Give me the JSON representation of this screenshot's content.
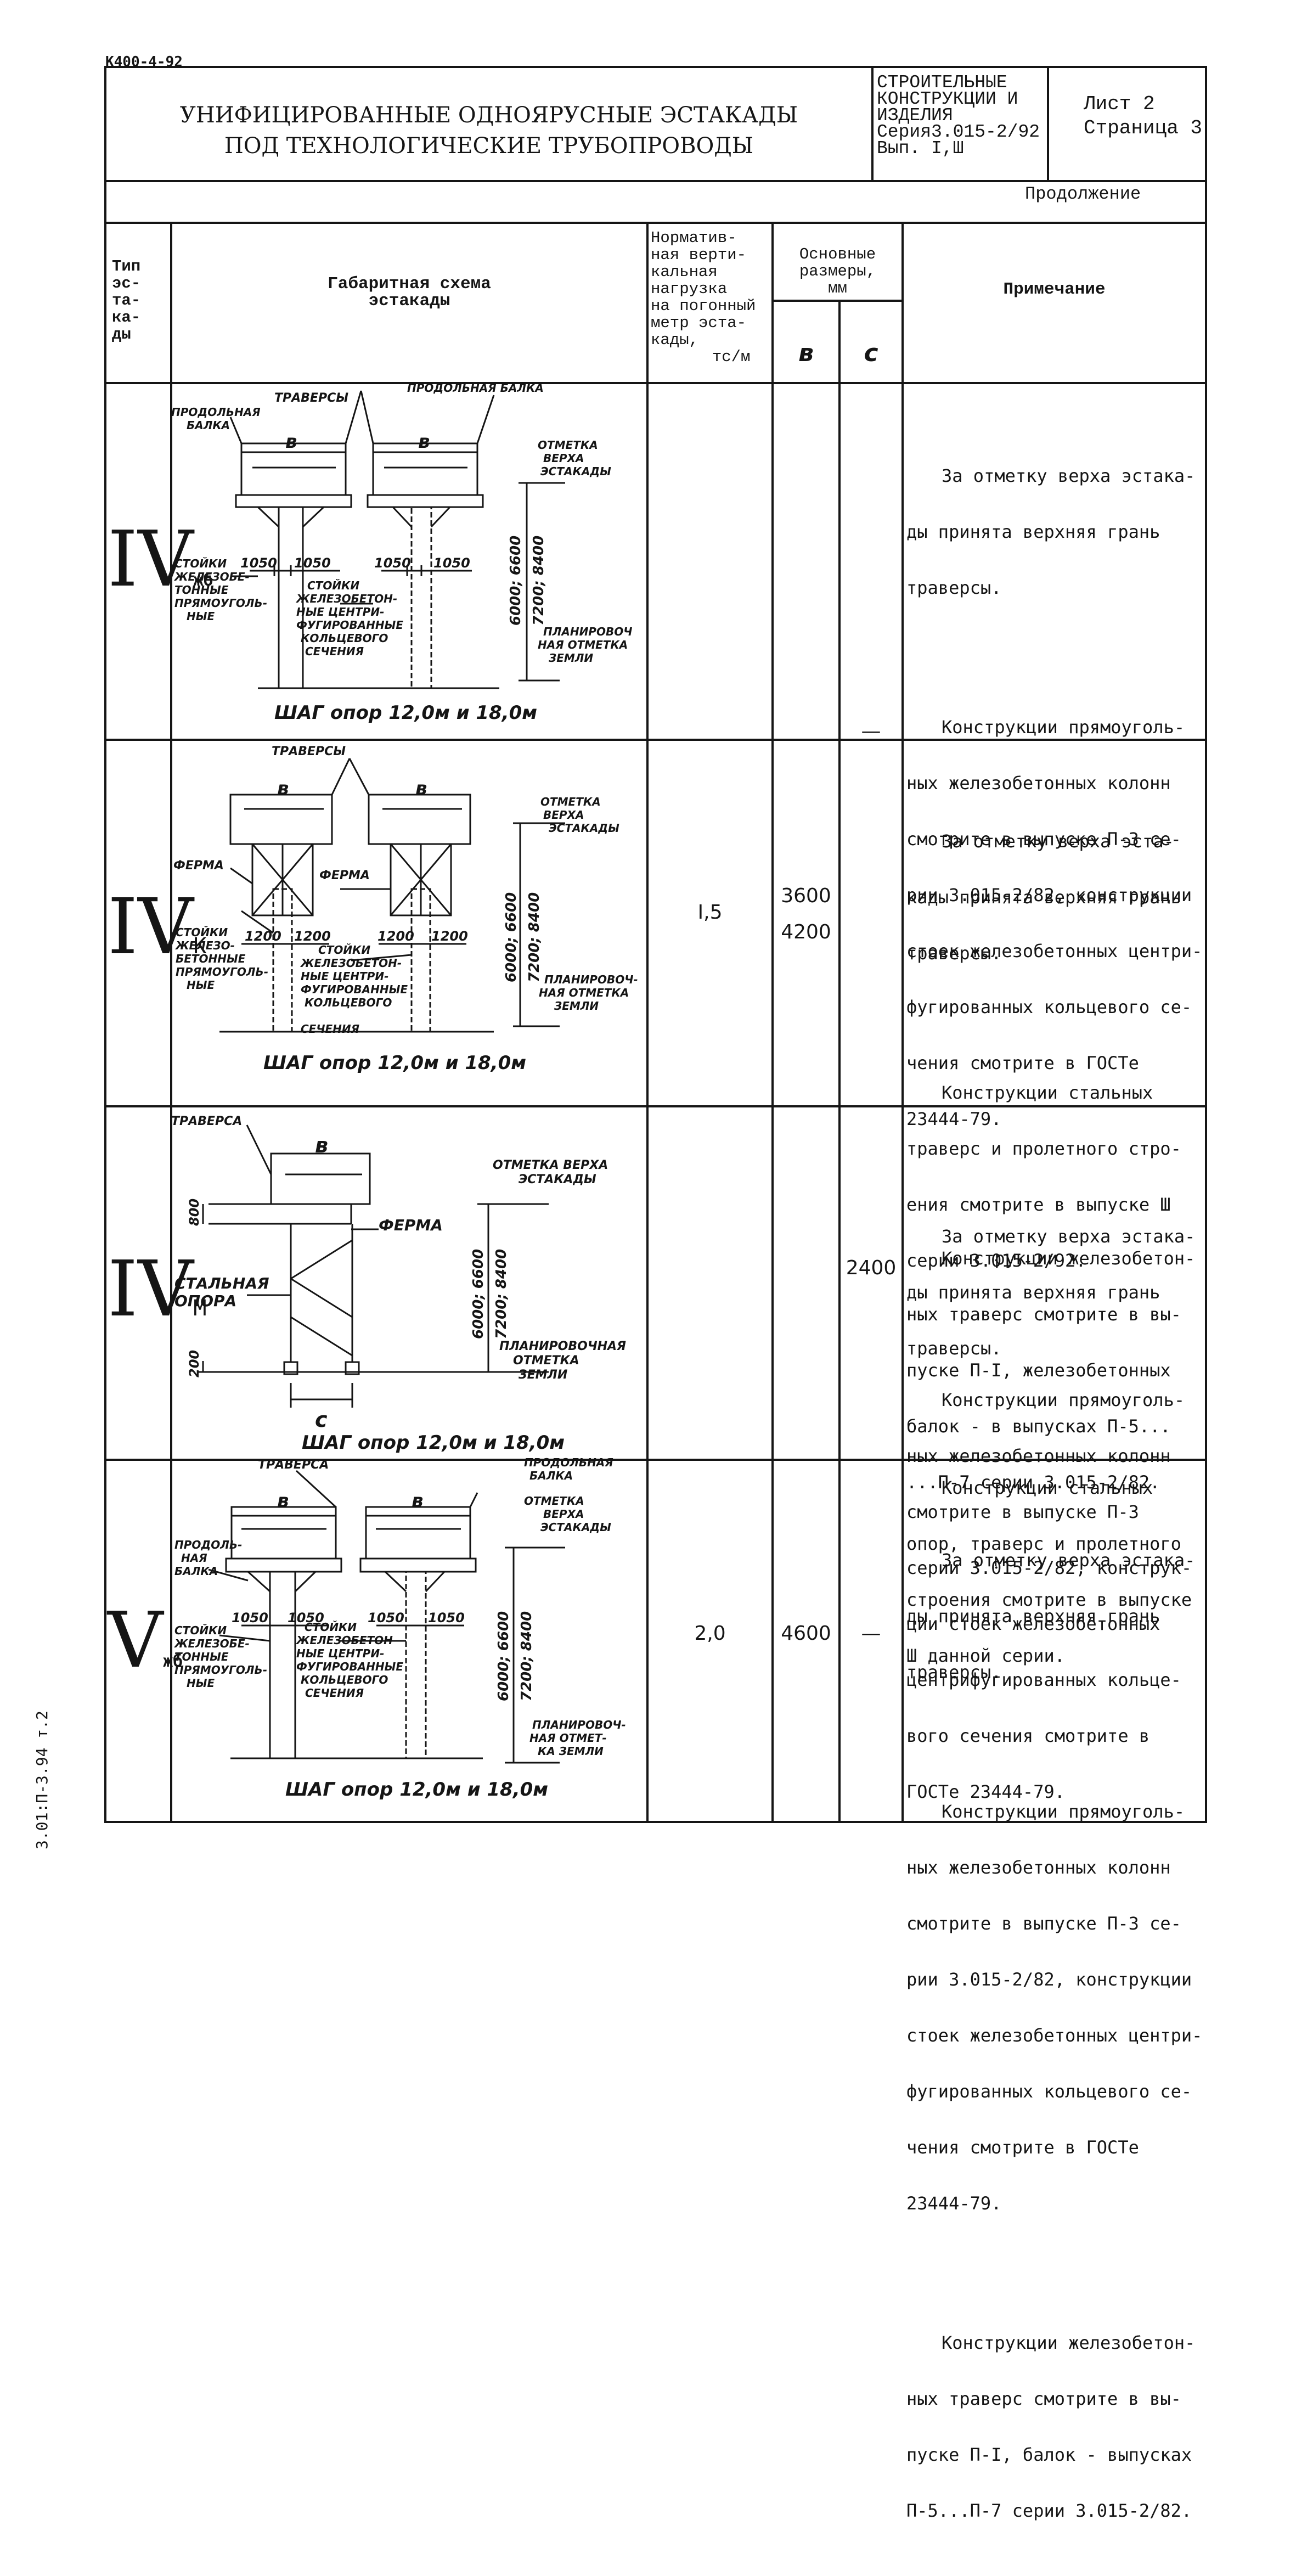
{
  "doc_code": "К400-4-92",
  "side_code": "3.01:П-3.94 т.2",
  "header": {
    "title_line1": "УНИФИЦИРОВАННЫЕ ОДНОЯРУСНЫЕ ЭСТАКАДЫ",
    "title_line2": "ПОД ТЕХНОЛОГИЧЕСКИЕ ТРУБОПРОВОДЫ",
    "series_lines": [
      "СТРОИТЕЛЬНЫЕ",
      "КОНСТРУКЦИИ И",
      "ИЗДЕЛИЯ",
      "Серия3.015-2/92",
      "Вып. I,Ш"
    ],
    "sheet": "Лист 2",
    "page": "Страница 3"
  },
  "continuation": "Продолжение",
  "columns": {
    "type_lines": [
      "Тип",
      "эс-",
      "та-",
      "ка-",
      "ды"
    ],
    "scheme_lines": [
      "Габаритная схема",
      "эстакады"
    ],
    "load_lines": [
      "Норматив-",
      "ная верти-",
      "кальная",
      "нагрузка",
      "на погонный",
      "метр эста-",
      "кады,",
      "тс/м"
    ],
    "sizes_lines": [
      "Основные",
      "размеры,",
      "мм"
    ],
    "size_b": "в",
    "size_c": "с",
    "note": "Примечание"
  },
  "rows": [
    {
      "type_numeral": "IV",
      "type_sub": "жб",
      "notes": [
        [
          "За отметку верха эстака-",
          "ды принята верхняя грань",
          "траверсы."
        ],
        [
          "Конструкции прямоуголь-",
          "ных железобетонных колонн",
          "смотрите в выпуске П-3 се-",
          "рии 3.015-2/82, конструкции",
          "стоек железобетонных центри-",
          "фугированных кольцевого се-",
          "чения смотрите в ГОСТе",
          "23444-79."
        ],
        [
          "Конструкции железобетон-",
          "ных траверс смотрите в вы-",
          "пуске П-I, железобетонных",
          "балок - в выпусках П-5...",
          "...П-7 серии 3.015-2/82."
        ]
      ],
      "drawing": {
        "labels": [
          "ТРАВЕРСЫ",
          "ПРОДОЛЬНАЯ БАЛКА",
          "ПРОДОЛЬНАЯ",
          "БАЛКА",
          "ОТМЕТКА",
          "ВЕРХА",
          "ЭСТАКАДЫ",
          "СТОЙКИ",
          "ЖЕЛЕЗОБЕ-",
          "ТОННЫЕ",
          "ПРЯМОУГОЛЬ-",
          "НЫЕ",
          "СТОЙКИ",
          "ЖЕЛЕЗОБЕТОН-",
          "НЫЕ ЦЕНТРИ-",
          "ФУГИРОВАННЫЕ",
          "КОЛЬЦЕВОГО",
          "СЕЧЕНИЯ",
          "ПЛАНИРОВОЧ",
          "НАЯ ОТМЕТКА",
          "ЗЕМЛИ"
        ],
        "dims": [
          "в",
          "в",
          "1050",
          "1050",
          "1050",
          "1050",
          "6000; 6600",
          "7200; 8400"
        ],
        "step": "ШАГ опор 12,0м и 18,0м"
      }
    },
    {
      "type_numeral": "IV",
      "type_sub": "К",
      "load": "I,5",
      "b_values": [
        "3600",
        "4200"
      ],
      "c_value": "—",
      "notes": [
        [
          "За отметку верха эста-",
          "кады принята верхняя грань",
          "траверсы."
        ],
        [
          "Конструкции стальных",
          "траверс и пролетного стро-",
          "ения смотрите в выпуске Ш",
          "серии 3.015-2/92."
        ],
        [
          "Конструкции прямоуголь-",
          "ных железобетонных колонн",
          "смотрите в выпуске П-3",
          "серии 3.015-2/82, конструк-",
          "ции стоек железобетонных",
          "центрифугированных кольце-",
          "вого сечения смотрите в",
          "ГОСТе 23444-79."
        ]
      ],
      "drawing": {
        "labels": [
          "ТРАВЕРСЫ",
          "ОТМЕТКА",
          "ВЕРХА",
          "ЭСТАКАДЫ",
          "ФЕРМА",
          "ФЕРМА",
          "СТОЙКИ",
          "ЖЕЛЕЗО-",
          "БЕТОННЫЕ",
          "ПРЯМОУГОЛЬ-",
          "НЫЕ",
          "СТОЙКИ",
          "ЖЕЛЕЗОБЕТОН-",
          "НЫЕ ЦЕНТРИ-",
          "ФУГИРОВАННЫЕ",
          "КОЛЬЦЕВОГО",
          "СЕЧЕНИЯ",
          "ПЛАНИРОВОЧ-",
          "НАЯ ОТМЕТКА",
          "ЗЕМЛИ"
        ],
        "dims": [
          "в",
          "в",
          "1200",
          "1200",
          "1200",
          "1200",
          "6000; 6600",
          "7200; 8400"
        ],
        "step": "ШАГ опор 12,0м и 18,0м"
      }
    },
    {
      "type_numeral": "IV",
      "type_sub": "М",
      "c_value": "2400",
      "notes": [
        [
          "За отметку верха эстака-",
          "ды принята верхняя грань",
          "траверсы."
        ],
        [
          "Конструкции стальных",
          "опор, траверс и пролетного",
          "строения смотрите в выпуске",
          "Ш данной серии."
        ]
      ],
      "drawing": {
        "labels": [
          "ТРАВЕРСА",
          "ОТМЕТКА ВЕРХА",
          "ЭСТАКАДЫ",
          "ФЕРМА",
          "СТАЛЬНАЯ",
          "ОПОРА",
          "ПЛАНИРОВОЧНАЯ",
          "ОТМЕТКА",
          "ЗЕМЛИ"
        ],
        "dims": [
          "в",
          "800",
          "200",
          "с",
          "6000; 6600",
          "7200; 8400"
        ],
        "step": "ШАГ опор 12,0м и 18,0м"
      }
    },
    {
      "type_numeral": "V",
      "type_sub": "жб",
      "load": "2,0",
      "b_values": [
        "4600"
      ],
      "c_value": "—",
      "notes": [
        [
          "За отметку верха эстака-",
          "ды принята верхняя грань",
          "траверсы."
        ],
        [
          "Конструкции прямоуголь-",
          "ных железобетонных колонн",
          "смотрите в выпуске П-3 се-",
          "рии 3.015-2/82, конструкции",
          "стоек железобетонных центри-",
          "фугированных кольцевого се-",
          "чения смотрите в ГОСТе",
          "23444-79."
        ],
        [
          "Конструкции железобетон-",
          "ных траверс смотрите в вы-",
          "пуске П-I, балок - выпусках",
          "П-5...П-7 серии 3.015-2/82."
        ]
      ],
      "drawing": {
        "labels": [
          "ТРАВЕРСА",
          "ПРОДОЛЬНАЯ",
          "БАЛКА",
          "ОТМЕТКА",
          "ВЕРХА",
          "ЭСТАКАДЫ",
          "ПРОДОЛЬ-",
          "НАЯ",
          "БАЛКА",
          "СТОЙКИ",
          "ЖЕЛЕЗОБЕ-",
          "ТОННЫЕ",
          "ПРЯМОУГОЛЬ-",
          "НЫЕ",
          "СТОЙКИ",
          "ЖЕЛЕЗОБЕТОН-",
          "НЫЕ ЦЕНТРИ-",
          "ФУГИРОВАННЫЕ",
          "КОЛЬЦЕВОГО",
          "СЕЧЕНИЯ",
          "ПЛАНИРОВОЧ-",
          "НАЯ ОТМЕТ-",
          "КА ЗЕМЛИ"
        ],
        "dims": [
          "в",
          "в",
          "1050",
          "1050",
          "1050",
          "1050",
          "6000; 6600",
          "7200; 8400"
        ],
        "step": "ШАГ опор 12,0м и 18,0м"
      }
    }
  ]
}
